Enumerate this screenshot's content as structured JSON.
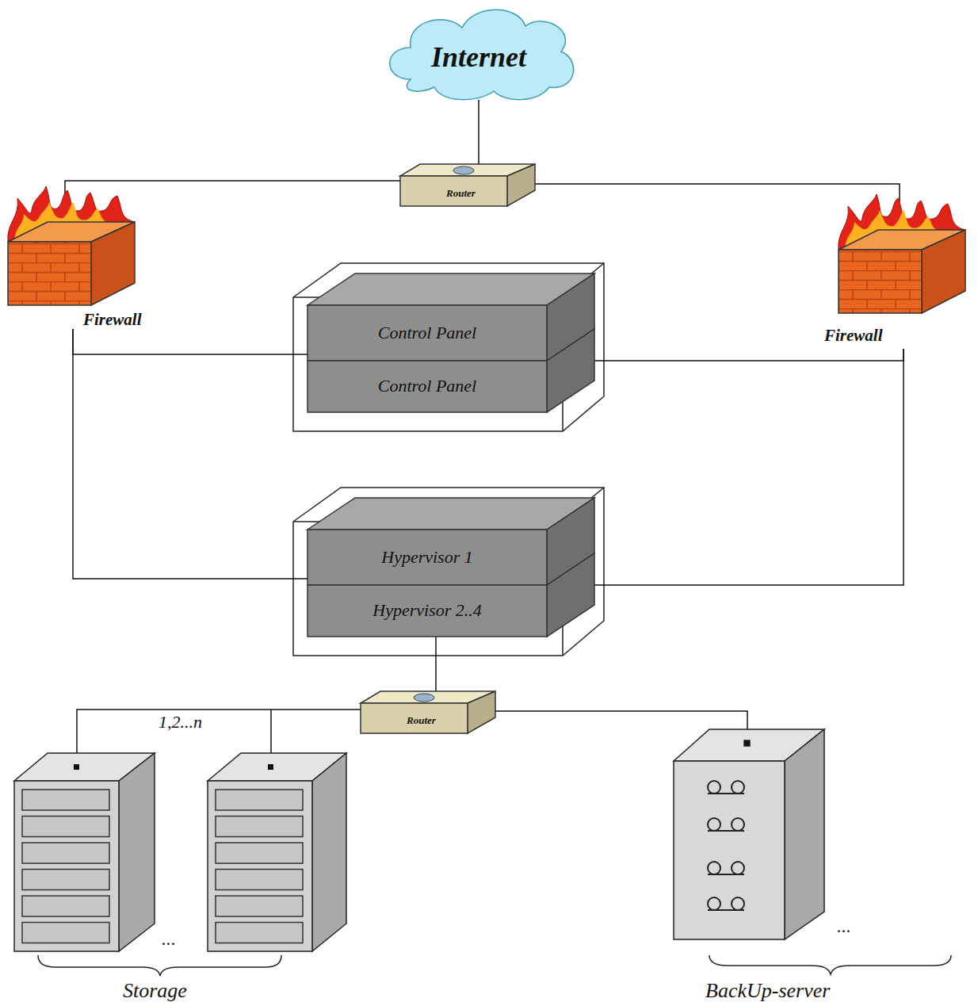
{
  "diagram": {
    "nodes": [
      {
        "text": [
          "Internet"
        ]
      },
      {
        "text": [
          "Router"
        ]
      },
      {
        "text": [
          "Firewall"
        ]
      },
      {
        "text": [
          "Firewall"
        ]
      },
      {
        "text": [
          "Control Panel"
        ]
      },
      {
        "text": [
          "Control Panel"
        ]
      },
      {
        "text": [
          "Hypervisor 1"
        ]
      },
      {
        "text": [
          "Hypervisor 2..4"
        ]
      },
      {
        "text": [
          "Router"
        ]
      }
    ],
    "edges": [
      {
        "from": 0,
        "to": 1,
        "arrow": "none"
      },
      {
        "from": 1,
        "to": 2,
        "arrow": "none"
      },
      {
        "from": 1,
        "to": 3,
        "arrow": "none"
      },
      {
        "from": 2,
        "to": 4,
        "arrow": "none"
      },
      {
        "from": 3,
        "to": 5,
        "arrow": "none"
      },
      {
        "from": 2,
        "to": 6,
        "arrow": "none"
      },
      {
        "from": 3,
        "to": 7,
        "arrow": "none"
      },
      {
        "from": 7,
        "to": 8,
        "arrow": "none"
      }
    ],
    "labels": [
      "1,2...n",
      "...",
      "Storage",
      "...",
      "BackUp-server"
    ]
  }
}
